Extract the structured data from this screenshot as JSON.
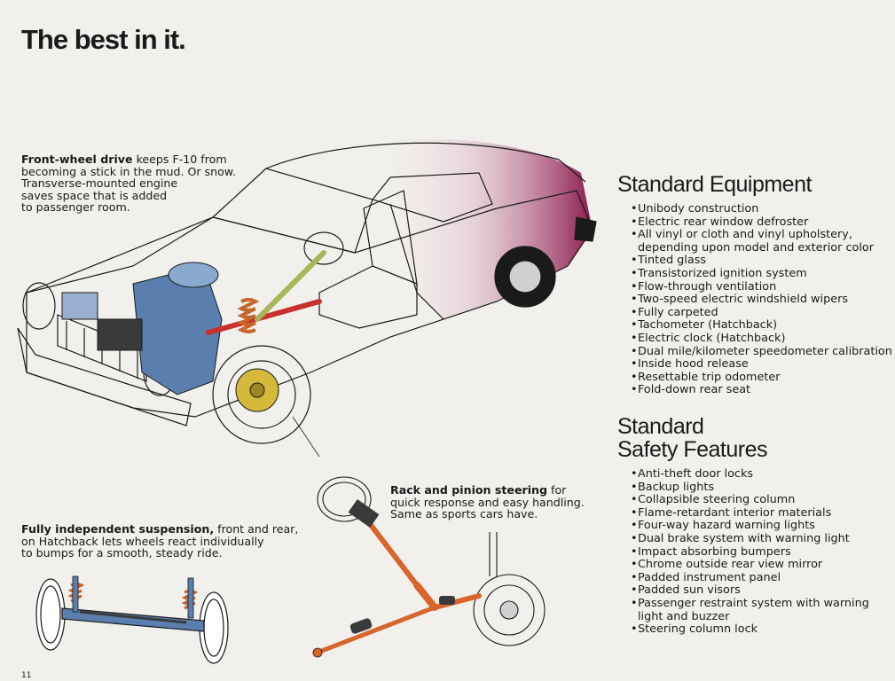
{
  "headline": "The best in it.",
  "captions": {
    "fwd": {
      "lead": "Front-wheel drive",
      "lines": [
        " keeps F-10 from",
        "becoming a stick in the mud. Or snow.",
        "Transverse-mounted engine",
        "saves space that is added",
        "to passenger room."
      ]
    },
    "rack": {
      "lead": "Rack and pinion steering",
      "lines": [
        " for",
        "quick response and easy handling.",
        "Same as sports cars have."
      ]
    },
    "suspension": {
      "lead": "Fully independent suspension,",
      "lines": [
        " front and rear,",
        "on Hatchback lets wheels react individually",
        "to bumps for a smooth, steady ride."
      ]
    }
  },
  "standard_equipment": {
    "title": "Standard Equipment",
    "items": [
      "Unibody construction",
      "Electric rear window defroster",
      "All vinyl or cloth and vinyl upholstery,",
      "depending upon model and exterior color",
      "Tinted glass",
      "Transistorized ignition system",
      "Flow-through ventilation",
      "Two-speed electric windshield wipers",
      "Fully carpeted",
      "Tachometer (Hatchback)",
      "Electric clock (Hatchback)",
      "Dual mile/kilometer speedometer calibration",
      "Inside hood release",
      "Resettable trip odometer",
      "Fold-down rear seat"
    ]
  },
  "safety_features": {
    "title_line1": "Standard",
    "title_line2": "Safety Features",
    "items": [
      "Anti-theft door locks",
      "Backup lights",
      "Collapsible steering column",
      "Flame-retardant interior materials",
      "Four-way hazard warning lights",
      "Dual brake system with warning light",
      "Impact absorbing bumpers",
      "Chrome outside rear view mirror",
      "Padded instrument panel",
      "Padded sun visors",
      "Passenger restraint system with warning",
      "light and buzzer",
      "Steering column lock"
    ]
  },
  "page_number": "11",
  "colors": {
    "background": "#f1f0ec",
    "body_paint": "#8b1a4a",
    "engine_blue": "#5a7fae",
    "spring_orange": "#c7652a",
    "steering_orange": "#d9642c",
    "ink": "#1a1a1a"
  }
}
